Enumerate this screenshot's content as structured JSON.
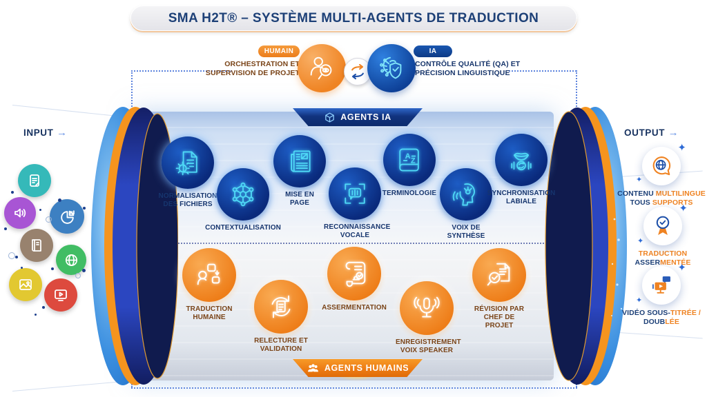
{
  "title": {
    "text": "SMA H2T® – SYSTÈME MULTI-AGENTS DE TRADUCTION"
  },
  "supervisors": {
    "human": {
      "badge": "HUMAIN",
      "line1": "ORCHESTRATION ET",
      "line2": "SUPERVISION DE PROJET"
    },
    "ai": {
      "badge": "IA",
      "line1": "CONTRÔLE QUALITÉ (QA) ET",
      "line2": "PRÉCISION LINGUISTIQUE"
    }
  },
  "io": {
    "input_label": "INPUT",
    "output_label": "OUTPUT",
    "arrow": "→"
  },
  "agents_ia": {
    "badge": "AGENTS IA",
    "items": [
      {
        "label": "NORMALISATION DES FICHIERS",
        "icon": "file-gear-icon"
      },
      {
        "label": "CONTEXTUALISATION",
        "icon": "network-icon"
      },
      {
        "label": "MISE EN PAGE",
        "icon": "page-layout-icon"
      },
      {
        "label": "RECONNAISSANCE VOCALE",
        "icon": "voice-scan-icon"
      },
      {
        "label": "TERMINOLOGIE",
        "icon": "dictionary-icon"
      },
      {
        "label": "VOIX DE SYNTHÈSE",
        "icon": "speech-head-icon"
      },
      {
        "label": "SYNCHRONISATION LABIALE",
        "icon": "lips-sync-icon"
      }
    ]
  },
  "agents_humains": {
    "badge": "AGENTS HUMAINS",
    "items": [
      {
        "label": "TRADUCTION HUMAINE",
        "icon": "human-translation-icon"
      },
      {
        "label": "RELECTURE ET VALIDATION",
        "icon": "proofreading-icon"
      },
      {
        "label": "ASSERMENTATION",
        "icon": "certification-icon"
      },
      {
        "label": "ENREGISTREMENT VOIX SPEAKER",
        "icon": "voice-recording-icon"
      },
      {
        "label": "RÉVISION PAR CHEF DE PROJET",
        "icon": "review-magnifier-icon"
      }
    ]
  },
  "inputs": [
    {
      "icon": "document-icon",
      "color": "#35b9b9"
    },
    {
      "icon": "audio-icon",
      "color": "#a855d4"
    },
    {
      "icon": "pie-chart-icon",
      "color": "#3d80c2"
    },
    {
      "icon": "book-icon",
      "color": "#98826e"
    },
    {
      "icon": "globe-icon",
      "color": "#41bd64"
    },
    {
      "icon": "image-icon",
      "color": "#e2c831"
    },
    {
      "icon": "video-icon",
      "color": "#dd4a3e"
    }
  ],
  "outputs": {
    "multilingual": {
      "w1": "CONTENU",
      "w2": "MULTILINGUE",
      "w3": "TOUS",
      "w4": "SUPPORTS",
      "icon": "multilingual-globe-icon"
    },
    "sworn": {
      "w1": "TRADUCTION",
      "w2": "ASSER",
      "w3": "MENTÉE",
      "icon": "sworn-medal-icon"
    },
    "video": {
      "w1": "VIDÉO SOUS-",
      "w2": "TITRÉE /",
      "w3": "DOUB",
      "w4": "LÉE",
      "icon": "dubbed-video-icon"
    }
  },
  "colors": {
    "navy_text": "#1d4077",
    "brown_text": "#7a4418",
    "accent_orange": "#ef8322",
    "neon_cyan": "#4fd9f6",
    "dotted_border": "#5b82dd",
    "royal_rim": "#2b46c0"
  }
}
